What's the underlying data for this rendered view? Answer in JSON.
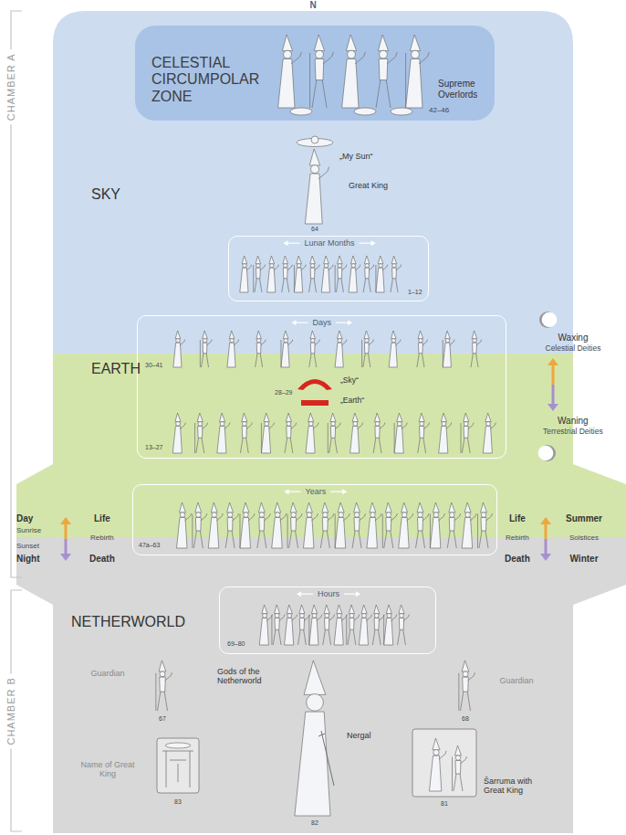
{
  "diagram": {
    "nodes": [
      {
        "text": [
          "CELESTIAL CIRCUMPOLAR ZONE",
          "Supreme Overlords",
          "42–46"
        ]
      },
      {
        "text": [
          "Lunar Months",
          "1–12"
        ]
      },
      {
        "text": [
          "Days",
          "30–41",
          "„Sky“",
          "28–29",
          "„Earth“",
          "13–27"
        ]
      },
      {
        "text": [
          "Years",
          "47a–63"
        ]
      },
      {
        "text": [
          "Hours",
          "69–80"
        ]
      }
    ],
    "labels": [
      "N",
      "CHAMBER A",
      "CHAMBER B",
      "SKY",
      "„My Sun“",
      "Great King",
      "64",
      "Waxing",
      "Celestial Deities",
      "Waning",
      "Terrestrial Deities",
      "EARTH",
      "Day",
      "Sunrise",
      "Sunset",
      "Night",
      "Life",
      "Rebirth",
      "Death",
      "Life",
      "Rebirth",
      "Death",
      "Summer",
      "Solstices",
      "Winter",
      "NETHERWORLD",
      "Guardian",
      "67",
      "Gods of the Netherworld",
      "Guardian",
      "68",
      "Nergal",
      "82",
      "Name of Great King",
      "83",
      "Šarruma with Great King",
      "81"
    ]
  }
}
